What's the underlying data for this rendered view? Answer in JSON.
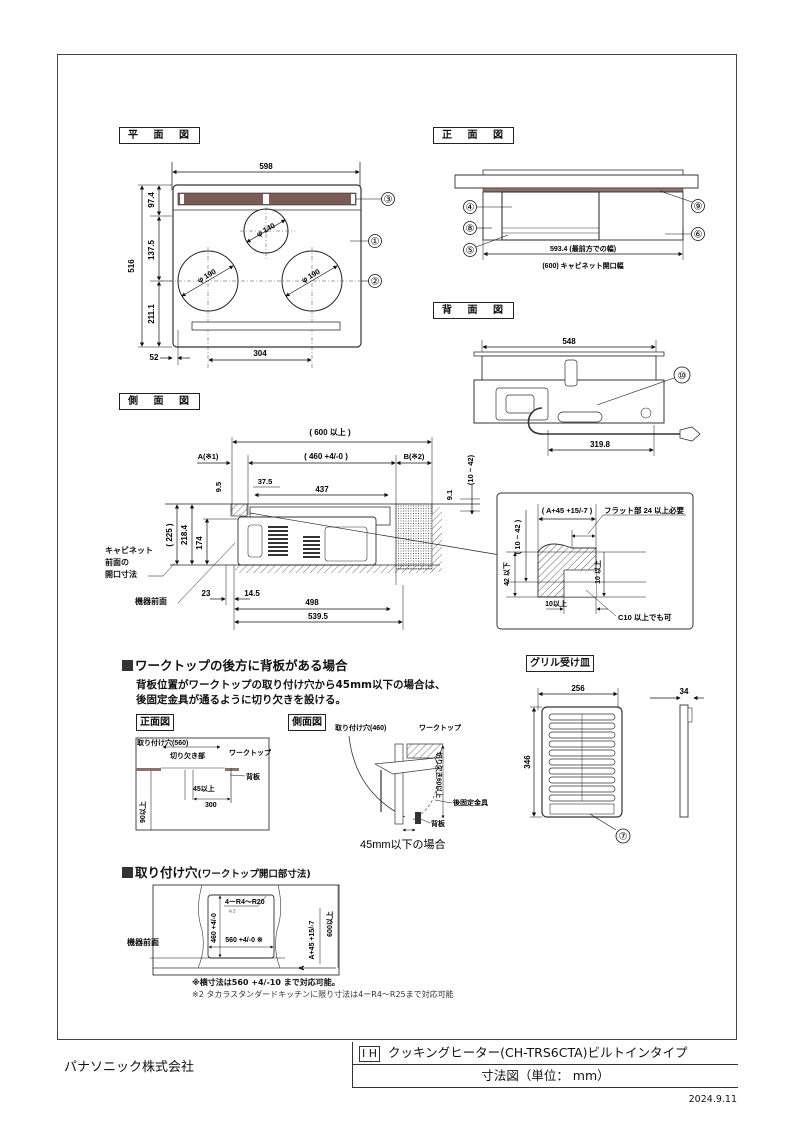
{
  "plan_view": {
    "title": "平 面 図",
    "dims": {
      "width": "598",
      "depth": "516",
      "rear_strip": "97.4",
      "mid": "137.5",
      "front": "211.1",
      "left_offset": "52",
      "burner_spacing": "304"
    },
    "burners": {
      "rear": "φ 140",
      "left": "φ 190",
      "right": "φ 190"
    },
    "callouts": [
      "③",
      "①",
      "②"
    ]
  },
  "front_view": {
    "title": "正 面 図",
    "dim_bottom": "593.4 (最前方での幅)",
    "dim_cabinet": "(600) キャビネット開口幅",
    "callouts": [
      "④",
      "⑧",
      "⑤",
      "⑨",
      "⑥"
    ]
  },
  "rear_view": {
    "title": "背 面 図",
    "dim_top": "548",
    "dim_bottom": "319.8",
    "callout": "⑩"
  },
  "side_view": {
    "title": "側 面 図",
    "dims": {
      "overall": "( 600 以上 )",
      "a": "A(※1)",
      "hole": "( 460 +4/-0 )",
      "b": "B(※2)",
      "v95": "9.5",
      "v375": "37.5",
      "v437": "437",
      "v91": "9.1",
      "v10_42": "(10 ~ 42)",
      "v225": "( 225 )",
      "v2184": "218.4",
      "v174": "174",
      "v23": "23",
      "v145": "14.5",
      "v498": "498",
      "v5395": "539.5"
    },
    "label_cabinet": [
      "キャビネット",
      "前面の",
      "開口寸法"
    ],
    "label_front": "機器前面"
  },
  "detail": {
    "top_dim": "( A+45 +15/-7 )",
    "flat_note": "フラット部 24 以上必要",
    "v10_42": "( 10 ~ 42 )",
    "v42": "42 以下",
    "v10up": "10 以上",
    "h10up": "10以上",
    "c10": "C10 以上でも可"
  },
  "backboard": {
    "heading": "ワークトップの後方に背板がある場合",
    "note_lines": [
      "背板位置がワークトップの取り付け穴から45mm以下の場合は、",
      "後固定金具が通るように切り欠きを設ける。"
    ],
    "front_label": "正面図",
    "side_label": "側面図",
    "front": {
      "hole": "取り付け穴(560)",
      "cutout": "切り欠き部",
      "worktop": "ワークトップ",
      "backboard": "背板",
      "v45": "45以上",
      "v300": "300",
      "v90": "90以上"
    },
    "side": {
      "hole": "取り付け穴(460)",
      "worktop": "ワークトップ",
      "cutout": "切り欠き60以上",
      "bracket": "後固定金具",
      "backboard": "背板",
      "caption": "45mm以下の場合"
    }
  },
  "grill": {
    "title": "グリル受け皿",
    "w": "256",
    "d": "34",
    "h": "346",
    "callout": "⑦"
  },
  "mount_hole": {
    "heading": "取り付け穴",
    "heading_sub": "(ワークトップ開口部寸法)",
    "corner": "4ーR4～R20",
    "corner_note": "※2",
    "v460": "460 +4/-0",
    "v560": "560 +4/-0 ※",
    "a45": "A+45 +15/-7",
    "v600": "600以上",
    "a": "A",
    "front_label": "機器前面",
    "note1": "※横寸法は560 +4/-10 まで対応可能。",
    "note2": "※2 タカラスタンダードキッチンに限り寸法は4ーR4～R25まで対応可能"
  },
  "footer": {
    "company": "パナソニック株式会社",
    "ih": "I H",
    "product": "クッキングヒーター(CH-TRS6CTA)ビルトインタイプ",
    "subtitle": "寸法図（単位： mm）",
    "date": "2024.9.11"
  }
}
